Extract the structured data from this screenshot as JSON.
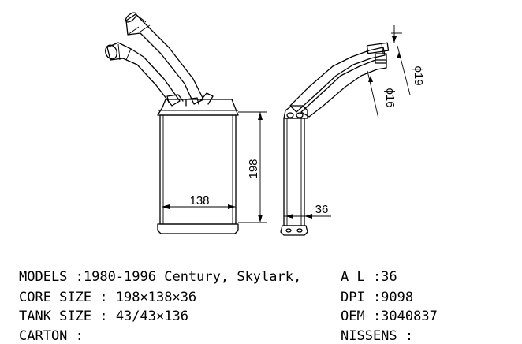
{
  "dimensions": {
    "core_height": "198",
    "core_width": "138",
    "core_depth": "36",
    "pipe_outer": "19",
    "pipe_inner": "16",
    "diameter_symbol": "ϕ"
  },
  "specs": {
    "models": "MODELS :1980-1996 Century, Skylark,",
    "core_size": "CORE SIZE : 198×138×36",
    "tank_size": "TANK SIZE : 43/43×136",
    "carton": "CARTON :",
    "al": "A L :36",
    "dpi": "DPI :9098",
    "oem": "OEM :3040837",
    "nissens": "NISSENS :"
  }
}
